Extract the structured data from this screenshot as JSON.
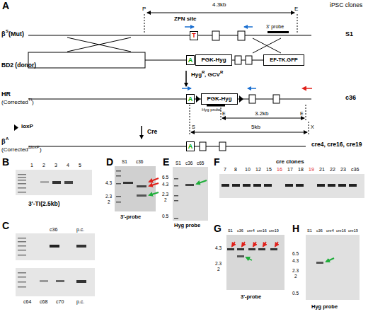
{
  "diagram": {
    "nodes": [
      {
        "text": [
          "T"
        ]
      },
      {
        "text": [
          "A"
        ]
      },
      {
        "text": [
          "PGK-Hyg"
        ]
      },
      {
        "text": [
          "EF-TK.GFP"
        ]
      },
      {
        "text": [
          "A"
        ]
      },
      {
        "text": [
          "PGK-Hyg"
        ]
      },
      {
        "text": [
          "A"
        ]
      }
    ],
    "labels": [
      "A",
      "P",
      "4.3kb",
      "E",
      "iPSC clones",
      "ZFN site",
      "3' probe",
      "β",
      "S",
      "(Mut)",
      "S1",
      "BD2 (donor)",
      "Hyg",
      "R",
      ", GCV",
      "R",
      "HR",
      "(Corrected",
      "TI",
      ")",
      "c36",
      "Hyg probe",
      "E",
      "3.2kb",
      "E",
      "S",
      "5kb",
      "X",
      "Cre",
      "β",
      "A",
      "(Corrected",
      "ΔloxP",
      ")",
      "cre4, cre16, cre19",
      "B",
      "1",
      "2",
      "3",
      "4",
      "5",
      "3'-TI(2.5kb)",
      "C",
      "c36",
      "p.c.",
      "c64",
      "c68",
      "c70",
      "p.c.",
      "D",
      "S1",
      "c36",
      "4.3",
      "2.3",
      "2",
      "3'-probe",
      "E",
      "S1",
      "c36",
      "c65",
      "6.5",
      "4.3",
      "2.3",
      "2",
      "0.5",
      "Hyg probe",
      "F",
      "cre clones",
      "7",
      "8",
      "10",
      "12",
      "15",
      "16",
      "17",
      "18",
      "19",
      "21",
      "22",
      "23",
      "c36",
      "G",
      "S1",
      "c36",
      "cre4",
      "cre16",
      "cre19",
      "4.3",
      "2.3",
      "2",
      "3'-probe",
      "H",
      "S1",
      "c36",
      "cre4",
      "cre16",
      "cre19",
      "6.5",
      "4.3",
      "2.3",
      "2",
      "0.5",
      "Hyg probe"
    ],
    "legend": [
      {
        "text": "loxP"
      }
    ]
  }
}
